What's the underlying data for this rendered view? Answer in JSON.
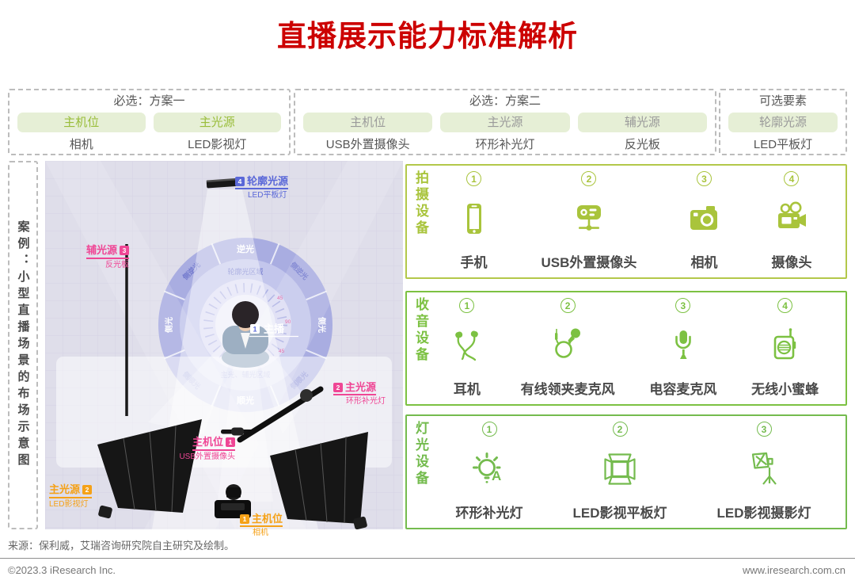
{
  "title": "直播展示能力标准解析",
  "colors": {
    "title_red": "#cc0000",
    "green_shoot": "#a9c43c",
    "green_audio": "#7cc142",
    "green_light": "#74bb4e",
    "pink": "#ef4695",
    "orange": "#f5a117",
    "blue": "#5a68d8",
    "pill_bg": "#e6efd6"
  },
  "plans": [
    {
      "header": "必选：方案一",
      "items": [
        {
          "role": "主机位",
          "device": "相机"
        },
        {
          "role": "主光源",
          "device": "LED影视灯"
        }
      ]
    },
    {
      "header": "必选：方案二",
      "items": [
        {
          "role": "主机位",
          "device": "USB外置摄像头"
        },
        {
          "role": "主光源",
          "device": "环形补光灯"
        },
        {
          "role": "辅光源",
          "device": "反光板"
        }
      ]
    },
    {
      "header": "可选要素",
      "items": [
        {
          "role": "轮廓光源",
          "device": "LED平板灯"
        }
      ]
    }
  ],
  "case_label": "案例：小型直播场景的布场示意图",
  "diagram": {
    "anchor_label": "主播",
    "anchor_badge": "1",
    "zones": {
      "back": "逆光",
      "side_back_left": "侧逆光",
      "side_back_right": "侧逆光",
      "side_left": "侧光",
      "side_right": "侧光",
      "side_front_left": "侧顺光",
      "side_front_right": "侧顺光",
      "front": "顺光",
      "contour_area": "轮廓光区域",
      "main_fill_area": "主光、辅光区域"
    },
    "callouts": [
      {
        "badge": "4",
        "role": "轮廓光源",
        "device": "LED平板灯"
      },
      {
        "badge": "3",
        "role": "辅光源",
        "device": "反光板"
      },
      {
        "badge": "2",
        "role": "主光源",
        "device": "环形补光灯"
      },
      {
        "badge": "1",
        "role": "主机位",
        "device": "USB外置摄像头"
      },
      {
        "badge": "2",
        "role": "主光源",
        "device": "LED影视灯"
      },
      {
        "badge": "1",
        "role": "主机位",
        "device": "相机"
      }
    ]
  },
  "equipment_sections": [
    {
      "title": "拍摄设备",
      "items": [
        {
          "num": "1",
          "label": "手机"
        },
        {
          "num": "2",
          "label": "USB外置摄像头"
        },
        {
          "num": "3",
          "label": "相机"
        },
        {
          "num": "4",
          "label": "摄像头"
        }
      ]
    },
    {
      "title": "收音设备",
      "items": [
        {
          "num": "1",
          "label": "耳机"
        },
        {
          "num": "2",
          "label": "有线领夹麦克风"
        },
        {
          "num": "3",
          "label": "电容麦克风"
        },
        {
          "num": "4",
          "label": "无线小蜜蜂"
        }
      ]
    },
    {
      "title": "灯光设备",
      "items": [
        {
          "num": "1",
          "label": "环形补光灯"
        },
        {
          "num": "2",
          "label": "LED影视平板灯"
        },
        {
          "num": "3",
          "label": "LED影视摄影灯"
        }
      ]
    }
  ],
  "source": "来源：保利威，艾瑞咨询研究院自主研究及绘制。",
  "footer": {
    "left": "©2023.3 iResearch Inc.",
    "right": "www.iresearch.com.cn"
  }
}
